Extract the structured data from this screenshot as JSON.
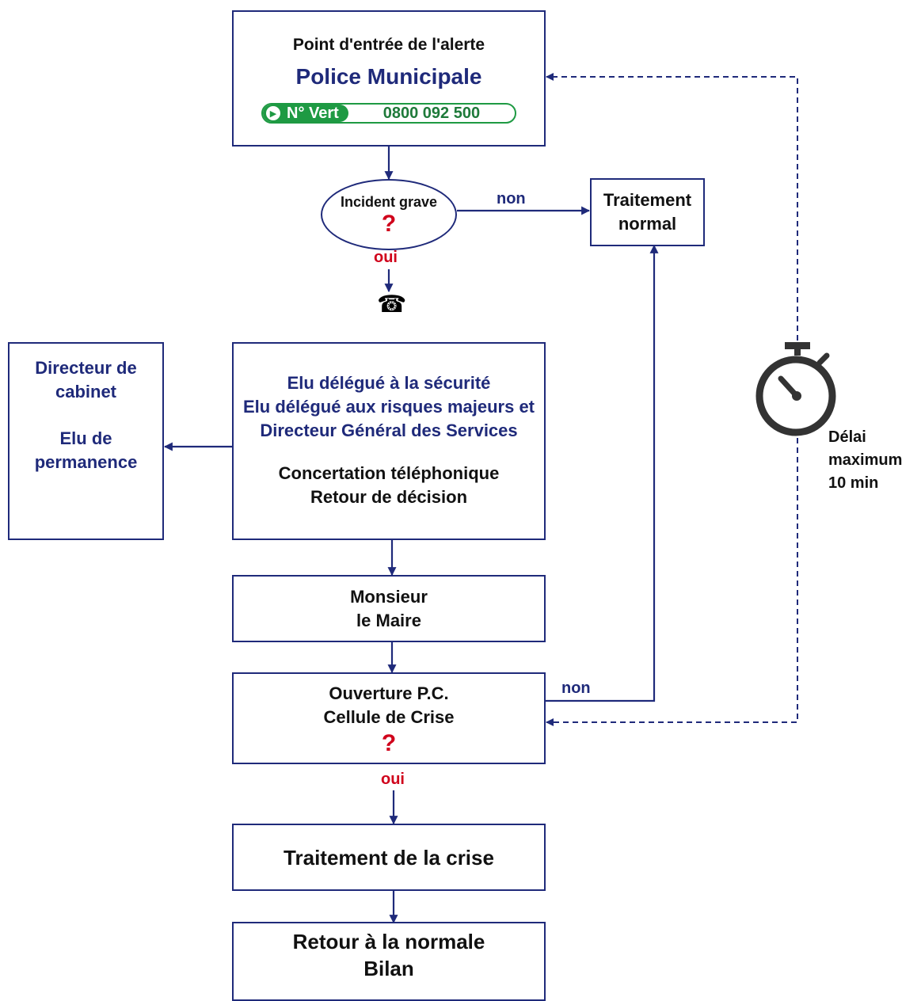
{
  "alert_box": {
    "title": "Point d'entrée de l'alerte",
    "org": "Police Municipale",
    "badge_label": "N° Vert",
    "phone": "0800 092 500"
  },
  "decision1": {
    "question": "Incident grave",
    "mark": "?",
    "yes": "oui",
    "no": "non"
  },
  "normal_box": {
    "line1": "Traitement",
    "line2": "normal"
  },
  "phone_icon": "telephone-icon",
  "director_box": {
    "line1": "Directeur de",
    "line2": "cabinet",
    "line3": "Elu de",
    "line4": "permanence"
  },
  "elected_box": {
    "line1": "Elu délégué à la sécurité",
    "line2": "Elu délégué aux risques majeurs et",
    "line3": "Directeur Général des Services",
    "line4": "Concertation téléphonique",
    "line5": "Retour de décision"
  },
  "mayor_box": {
    "line1": "Monsieur",
    "line2": "le Maire"
  },
  "crisis_cell_box": {
    "line1": "Ouverture P.C.",
    "line2": "Cellule de Crise",
    "mark": "?"
  },
  "decision2": {
    "yes": "oui",
    "no": "non"
  },
  "crisis_treatment_box": {
    "label": "Traitement de la crise"
  },
  "return_box": {
    "line1": "Retour à la normale",
    "line2": "Bilan"
  },
  "timer": {
    "icon": "stopwatch-icon",
    "line1": "Délai",
    "line2": "maximum",
    "line3": "10 min"
  },
  "colors": {
    "navy": "#1f2a7a",
    "red": "#d0021b",
    "green": "#1e9a43",
    "timer": "#333333"
  }
}
